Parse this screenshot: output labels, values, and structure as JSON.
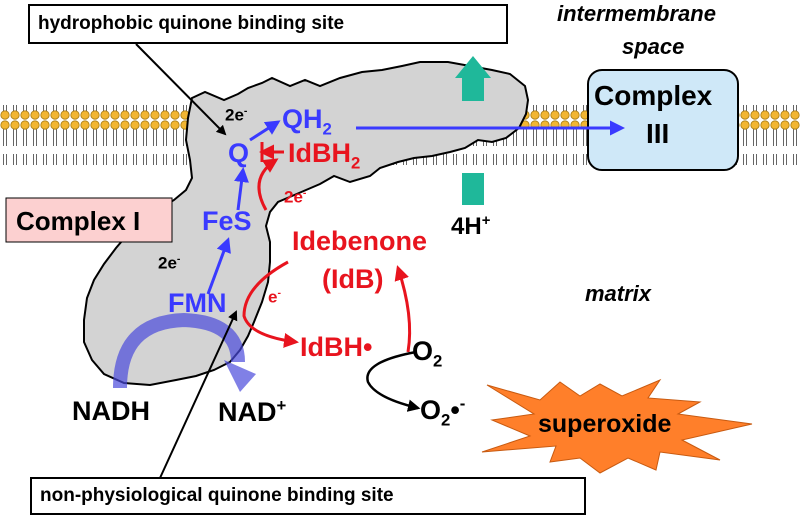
{
  "top_callout": "hydrophobic quinone binding site",
  "bottom_callout": "non-physiological quinone binding site",
  "regions": {
    "intermembrane_1": "intermembrane",
    "intermembrane_2": "space",
    "matrix": "matrix"
  },
  "complex1": "Complex I",
  "complex3": {
    "line1": "Complex",
    "line2": "III"
  },
  "proton": {
    "base": "4H",
    "sup": "+"
  },
  "electrons": {
    "two": "2e",
    "one": "e",
    "minus": "-"
  },
  "blue_species": {
    "Q": "Q",
    "QH": "QH",
    "QH_sub": "2",
    "FeS": "FeS",
    "FMN": "FMN"
  },
  "red_species": {
    "IdBH2": "IdBH",
    "IdBH2_sub": "2",
    "idebenone": "Idebenone",
    "idb": "(IdB)",
    "IdBH_radical": "IdBH•"
  },
  "substrates": {
    "NADH": "NADH",
    "NAD": "NAD",
    "NAD_sup": "+"
  },
  "oxygen": {
    "O": "O",
    "O2_sub": "2",
    "radical": "•",
    "minus": "-"
  },
  "superoxide": "superoxide",
  "colors": {
    "blue": "#3a3aff",
    "red": "#e8141e",
    "membrane": "#f2b632",
    "protein": "#d3d3d3",
    "complex3_fill": "#cfe8f8",
    "complex1_fill": "#fcd0d0",
    "burst": "#ff7f2a",
    "proton_arrow": "#1fb89a"
  }
}
